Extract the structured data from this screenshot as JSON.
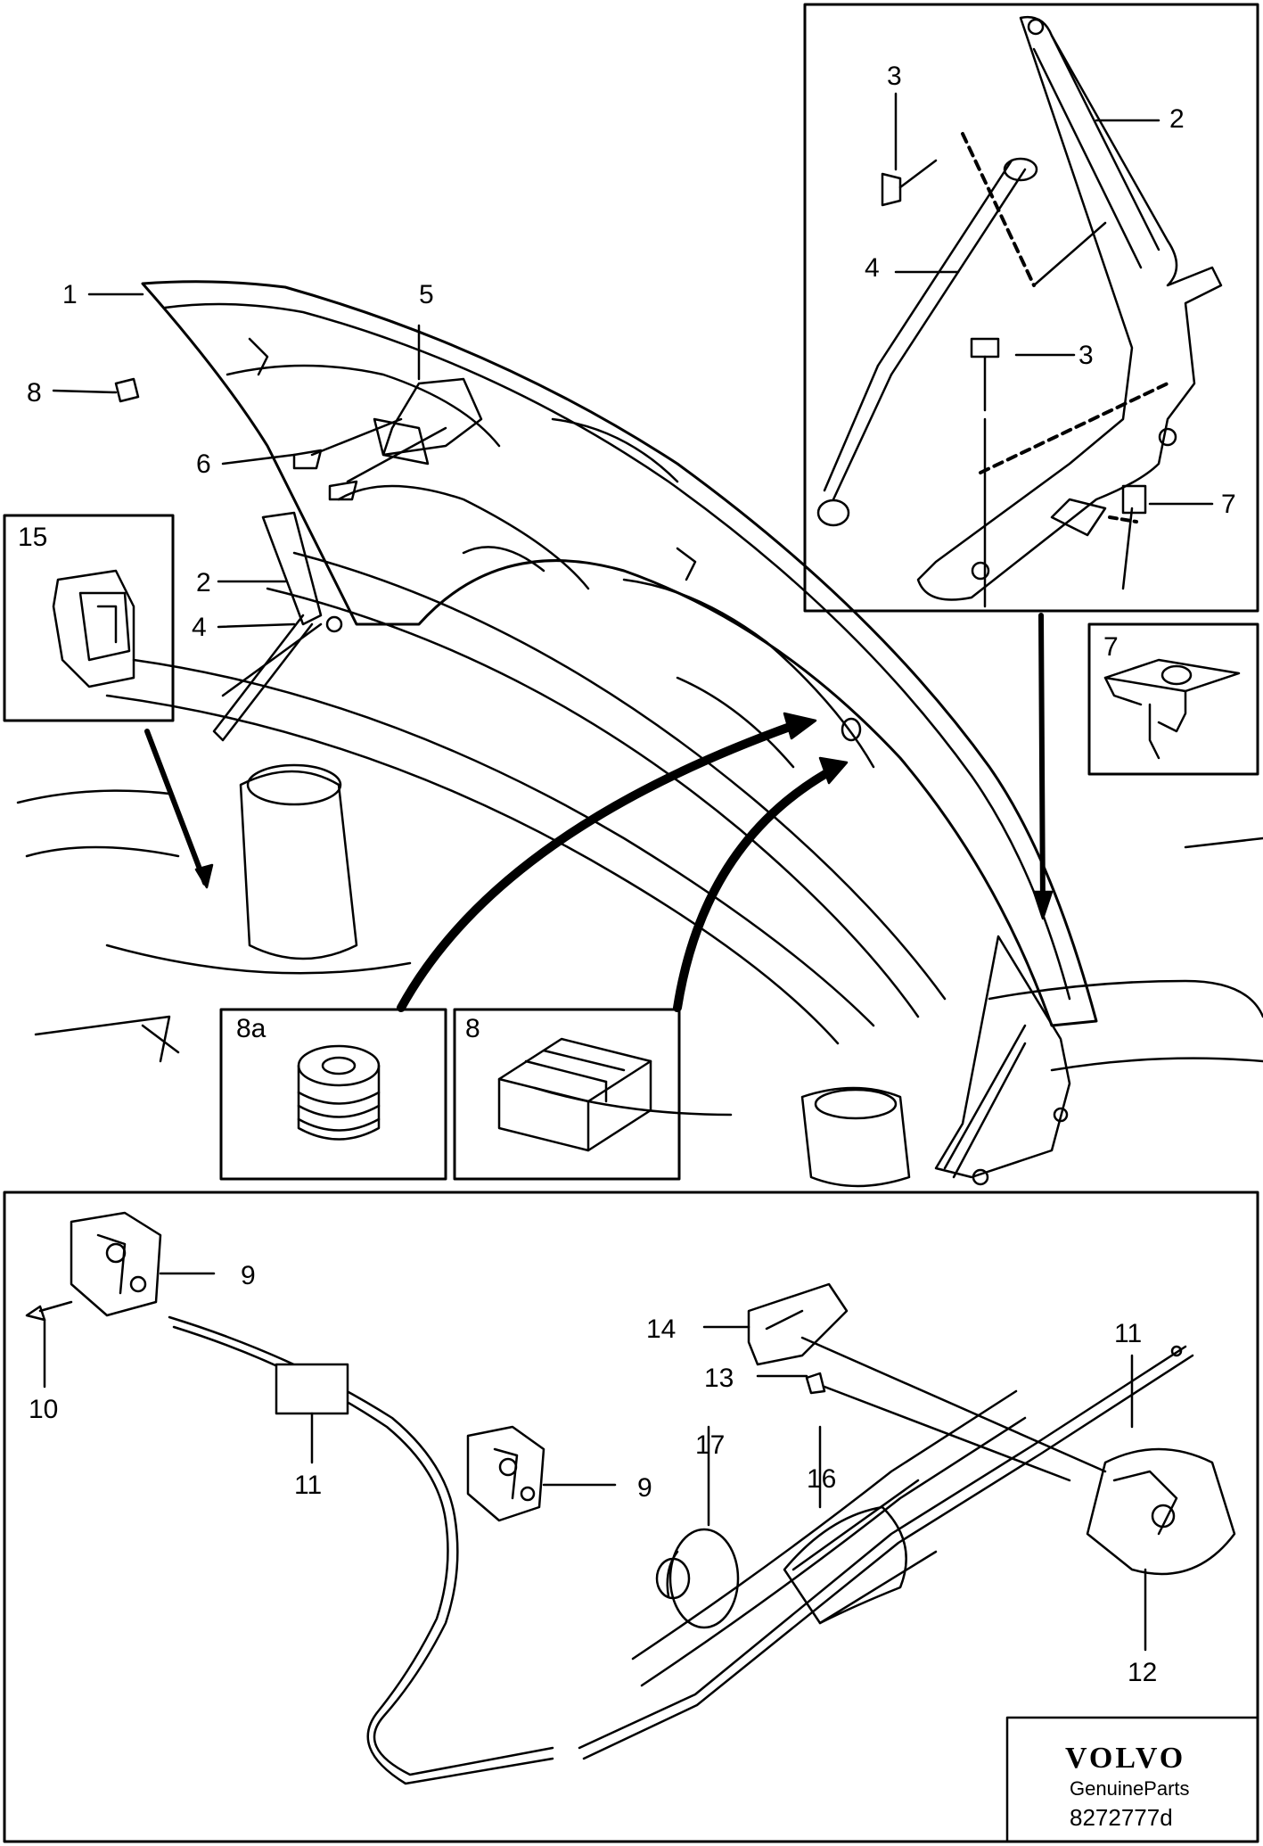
{
  "callouts": {
    "c1": "1",
    "c2a": "2",
    "c2b": "2",
    "c3a": "3",
    "c3b": "3",
    "c4a": "4",
    "c4b": "4",
    "c5": "5",
    "c6": "6",
    "c7a": "7",
    "c7b": "7",
    "c8a": "8",
    "c8box": "8",
    "c8abox": "8a",
    "c9a": "9",
    "c9b": "9",
    "c10": "10",
    "c11a": "11",
    "c11b": "11",
    "c12": "12",
    "c13": "13",
    "c14": "14",
    "c15": "15",
    "c16": "16",
    "c17": "17"
  },
  "logo": {
    "brand": "VOLVO",
    "sub": "GenuineParts",
    "code": "8272777d"
  }
}
